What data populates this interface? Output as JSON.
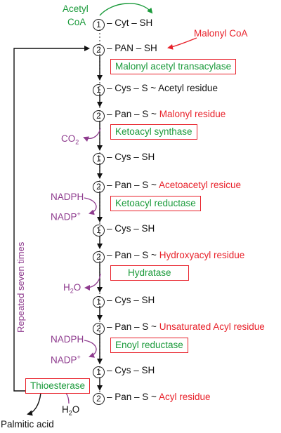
{
  "start": {
    "acetyl_line1": "Acetyl",
    "acetyl_line2": "CoA",
    "cyt_sh": "– Cyt – SH",
    "pan_sh": "– PAN – SH",
    "malonyl_coa": "Malonyl CoA"
  },
  "site_labels": {
    "one": "1",
    "two": "2"
  },
  "enzymes": {
    "transacylase": "Malonyl acetyl transacylase",
    "synthase": "Ketoacyl synthase",
    "reductase": "Ketoacyl reductase",
    "hydratase": "Hydratase",
    "enoyl": "Enoyl reductase",
    "thioesterase": "Thioesterase"
  },
  "rows": {
    "acetyl_residue": "– Cys – S ~ Acetyl residue",
    "pan_s": "– Pan – S ~",
    "cys_sh": "– Cys – SH",
    "malonyl_residue": "Malonyl residue",
    "acetoacetyl_residue": "Acetoacetyl resicue",
    "hydroxyacyl_residue": "Hydroxyacyl residue",
    "unsaturated_residue": "Unsaturated Acyl residue",
    "acyl_residue": "Acyl residue"
  },
  "cofactors": {
    "co2": "CO",
    "co2_sub": "2",
    "nadph": "NADPH",
    "nadp": "NADP",
    "nadp_sup": "+",
    "h2o": "H",
    "h2o_sub": "2",
    "h2o_tail": "O"
  },
  "loop_label": "Repeated seven times",
  "product": "Palmitic acid",
  "colors": {
    "green": "#1a9a3a",
    "red": "#e8212a",
    "purple": "#8e3b8e"
  }
}
